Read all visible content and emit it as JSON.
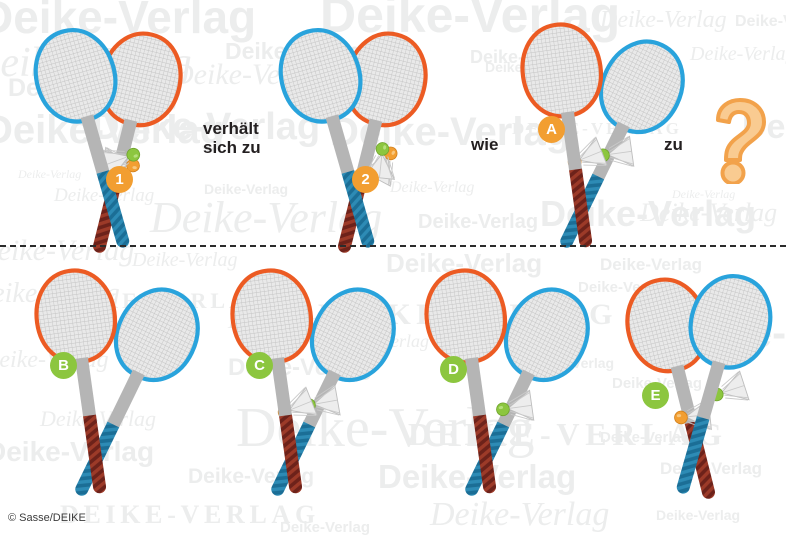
{
  "puzzle": {
    "type": "visual-analogy",
    "credit": "© Sasse/DEIKE",
    "watermark_text": "Deike-Verlag",
    "watermark_text_caps": "DEIKE-VERLAG",
    "connectives": {
      "first": "verhält\nsich zu",
      "second": "wie",
      "third": "zu"
    },
    "colors": {
      "badge_orange": "#f29e31",
      "badge_green": "#8cc63f",
      "racket_blue": "#29a3dc",
      "racket_orange": "#ec5b23",
      "grip_blue": "#1b6e96",
      "grip_red": "#8e2f22",
      "shaft_gray": "#b5b5b5",
      "string_gray": "#c9c9c9",
      "shuttle_green": "#8cc63f",
      "shuttle_orange": "#f29e31",
      "question_fill": "#f9cb91",
      "question_stroke": "#f2a24b",
      "divider": "#2b2b2b",
      "watermark": "#eceded",
      "text": "#231f20"
    },
    "prompt_panels": [
      {
        "label": "1",
        "label_style": "orange",
        "left_racket_color": "racket_blue",
        "right_racket_color": "racket_orange",
        "arrangement": "heads-overlapping-blue-in-front",
        "shuttlecock_count": 2,
        "shuttlecock_tips": [
          "green",
          "orange"
        ]
      },
      {
        "label": "2",
        "label_style": "orange",
        "left_racket_color": "racket_blue",
        "right_racket_color": "racket_orange",
        "arrangement": "heads-overlapping-blue-in-front",
        "shuttlecock_count": 2,
        "shuttlecock_tips": [
          "green",
          "orange"
        ]
      },
      {
        "label": "A",
        "label_style": "orange",
        "left_racket_color": "racket_orange",
        "right_racket_color": "racket_blue",
        "arrangement": "heads-apart-handles-crossed",
        "shuttlecock_count": 2,
        "shuttlecock_tips": [
          "green",
          "orange"
        ]
      }
    ],
    "answer_options": [
      {
        "label": "B",
        "label_style": "green",
        "left_racket_color": "racket_orange",
        "right_racket_color": "racket_blue",
        "arrangement": "heads-apart-handles-crossed",
        "shuttlecock_count": 0,
        "shuttlecock_tips": []
      },
      {
        "label": "C",
        "label_style": "green",
        "left_racket_color": "racket_orange",
        "right_racket_color": "racket_blue",
        "arrangement": "heads-apart-handles-crossed",
        "shuttlecock_count": 2,
        "shuttlecock_tips": [
          "orange",
          "green"
        ]
      },
      {
        "label": "D",
        "label_style": "green",
        "left_racket_color": "racket_orange",
        "right_racket_color": "racket_blue",
        "arrangement": "heads-apart-handles-crossed",
        "shuttlecock_count": 1,
        "shuttlecock_tips": [
          "green"
        ]
      },
      {
        "label": "E",
        "label_style": "green",
        "left_racket_color": "racket_blue",
        "right_racket_color": "racket_orange",
        "arrangement": "heads-overlapping-mirrored",
        "shuttlecock_count": 2,
        "shuttlecock_tips": [
          "orange",
          "green"
        ]
      }
    ]
  }
}
